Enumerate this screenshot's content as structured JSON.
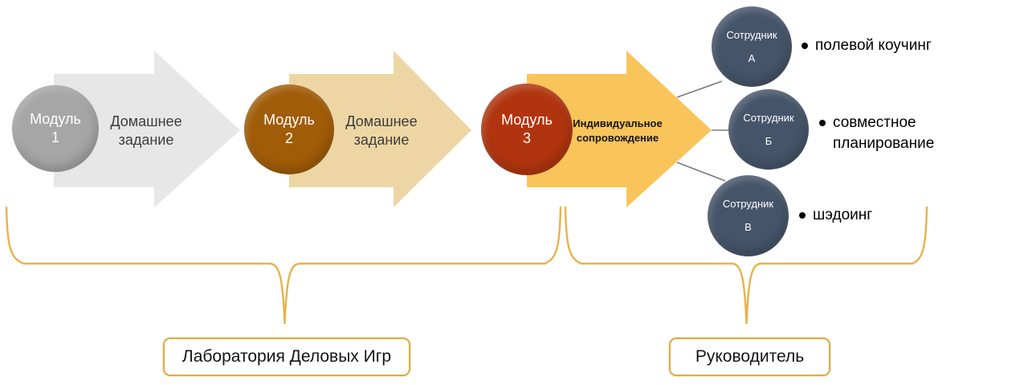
{
  "modules": [
    {
      "label": "Модуль",
      "number": "1",
      "arrow_text": "Домашнее задание"
    },
    {
      "label": "Модуль",
      "number": "2",
      "arrow_text": "Домашнее задание"
    },
    {
      "label": "Модуль",
      "number": "3",
      "arrow_text": "Индивидуальное сопровождение"
    }
  ],
  "employees": [
    {
      "label": "Сотрудник",
      "letter": "А",
      "activity": "полевой коучинг"
    },
    {
      "label": "Сотрудник",
      "letter": "Б",
      "activity": "совместное планирование"
    },
    {
      "label": "Сотрудник",
      "letter": "В",
      "activity": "шэдоинг"
    }
  ],
  "groups": [
    {
      "label": "Лаборатория Деловых Игр"
    },
    {
      "label": "Руководитель"
    }
  ],
  "colors": {
    "module1_circle": "#a6a6a6",
    "module2_circle": "#a15c08",
    "module3_circle": "#b0350f",
    "arrow1": "#e7e7e7",
    "arrow2": "#eed6a4",
    "arrow3": "#f9c45a",
    "employee_circle": "#455469",
    "connector": "#7a7a7a",
    "brace": "#e8b24a",
    "label_border": "#e2a942"
  }
}
